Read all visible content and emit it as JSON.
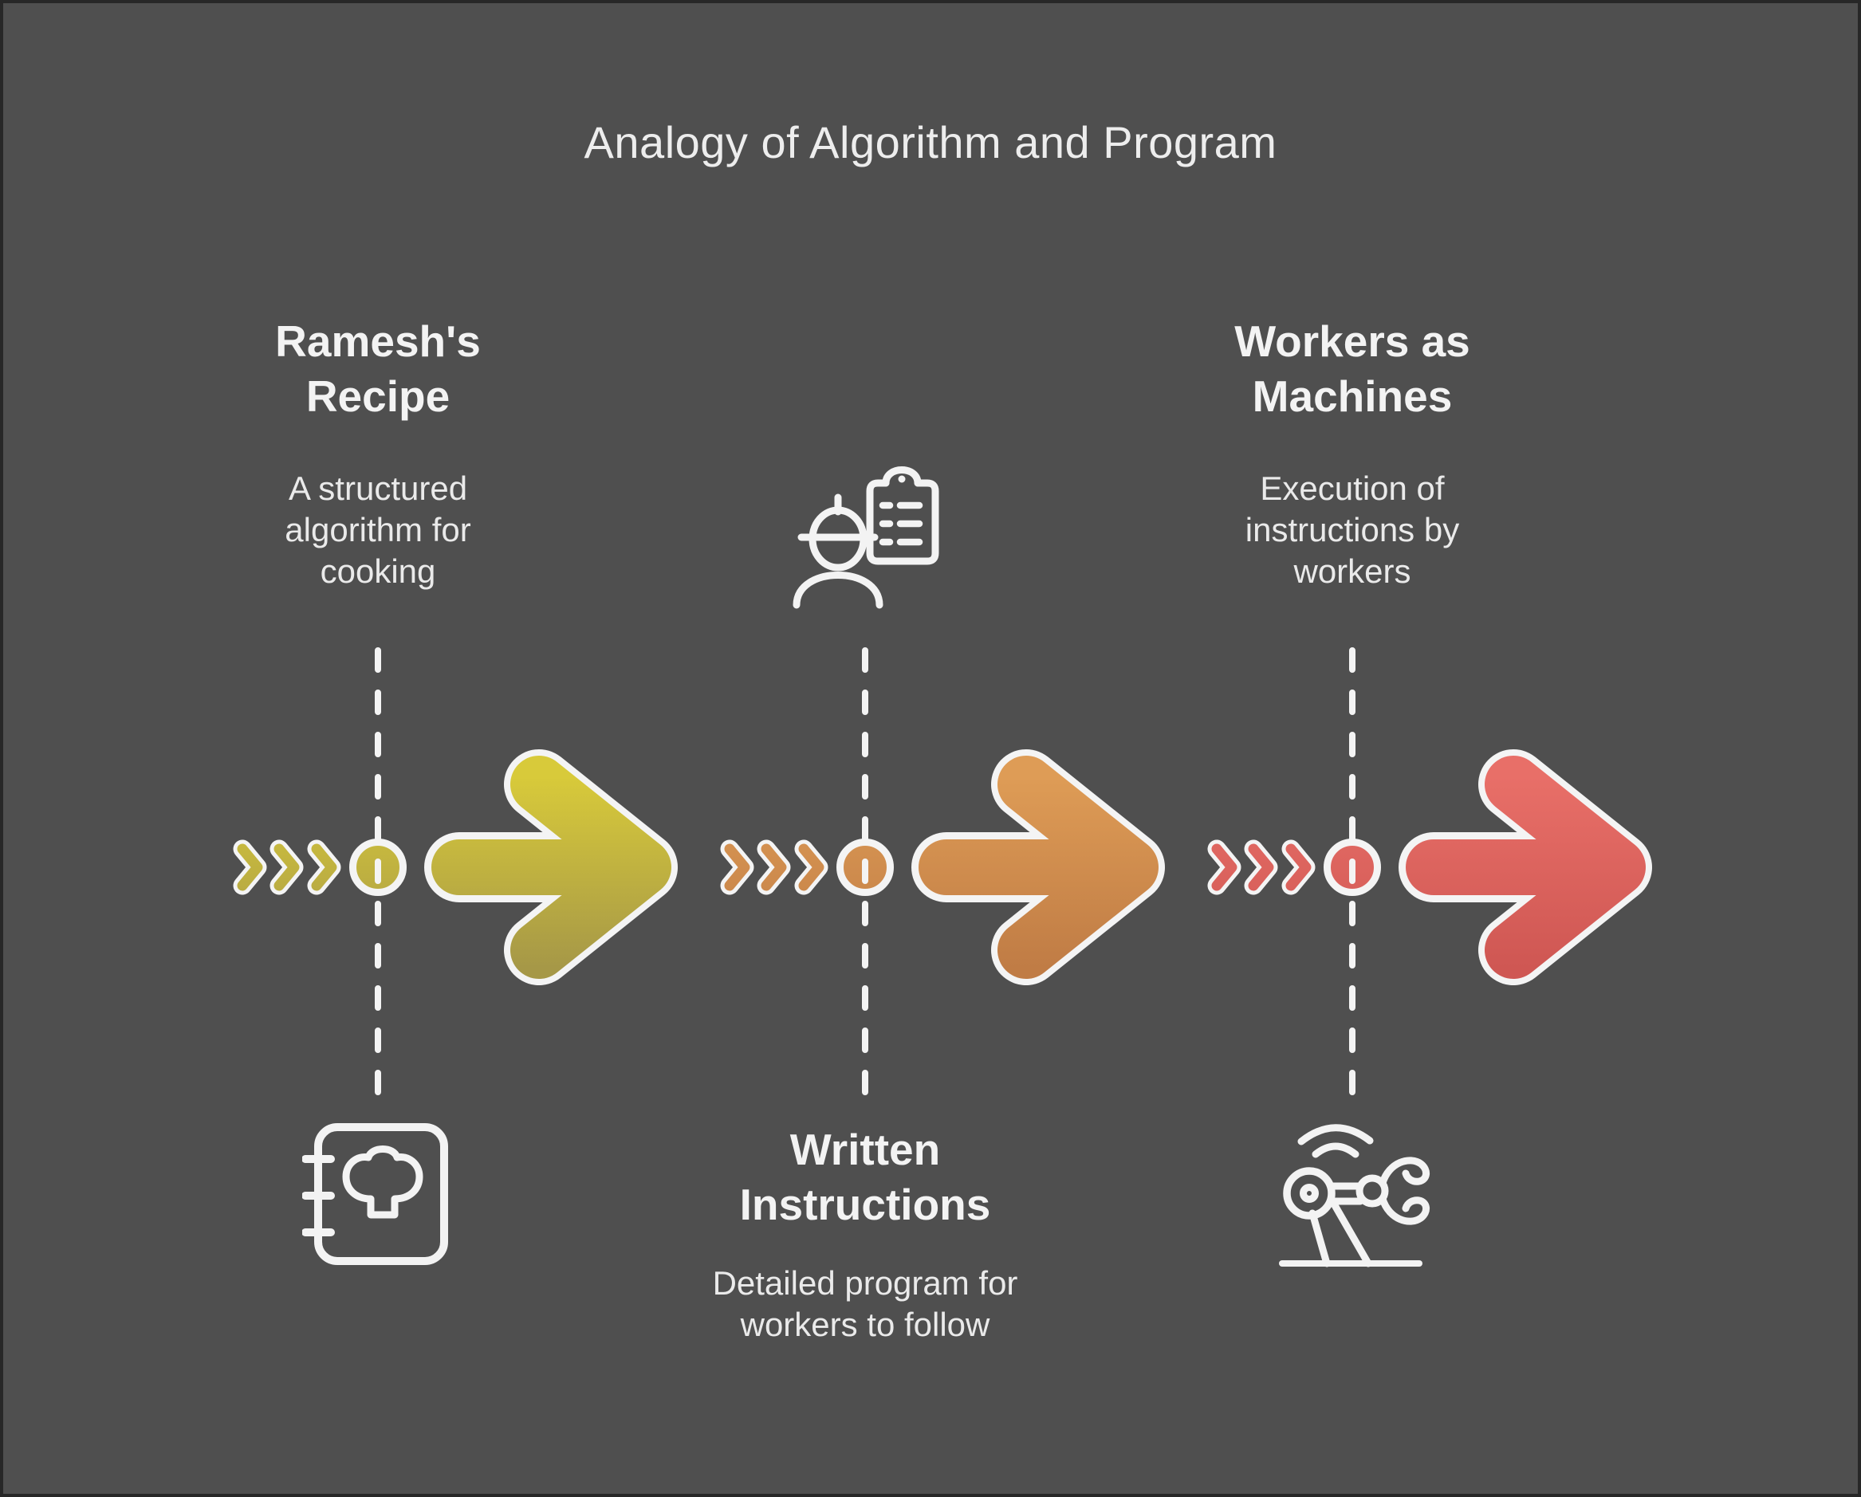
{
  "title": "Analogy of Algorithm and Program",
  "steps": [
    {
      "id": "recipe",
      "heading": "Ramesh's Recipe",
      "description": "A structured algorithm for cooking",
      "icon": "recipe-book-icon",
      "colors": {
        "top": "#d8ca3a",
        "bottom": "#a69847",
        "mid": "#c9bc3f"
      }
    },
    {
      "id": "instructions",
      "heading": "Written Instructions",
      "description": "Detailed program for workers to follow",
      "icon": "worker-clipboard-icon",
      "colors": {
        "top": "#de9c56",
        "bottom": "#c07c45",
        "mid": "#d08c50"
      }
    },
    {
      "id": "workers",
      "heading": "Workers as Machines",
      "description": "Execution of instructions by workers",
      "icon": "robot-arm-icon",
      "colors": {
        "top": "#e86f68",
        "bottom": "#cf5753",
        "mid": "#e0625e"
      }
    }
  ],
  "canvas": {
    "background": "#4f4f4f",
    "border": "#272727",
    "heading_text": "#f3f3f3",
    "body_text": "#eaeaea",
    "outline_white": "#f4f4f4"
  }
}
